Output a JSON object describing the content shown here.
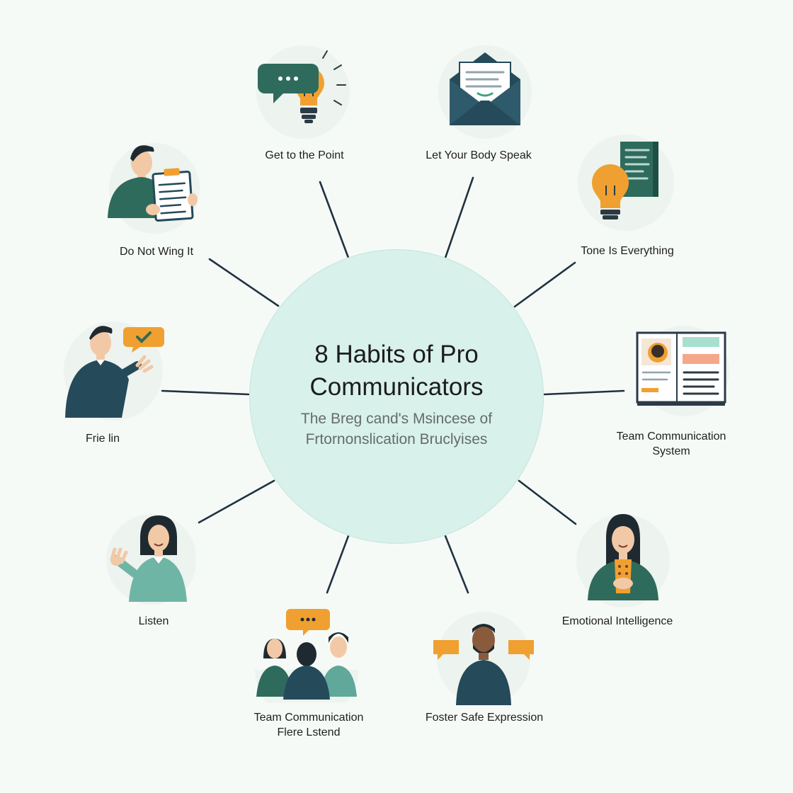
{
  "center": {
    "title_line1": "8 Habits of Pro",
    "title_line2": "Communicators",
    "subtitle_line1": "The Breg cand's Msincese of",
    "subtitle_line2": "Frtornonslication Bruclyises"
  },
  "nodes": [
    {
      "id": "get-to-the-point",
      "label": "Get to the Point",
      "icon": "speech-bubble-lightbulb-icon"
    },
    {
      "id": "let-your-body-speak",
      "label": "Let Your Body Speak",
      "icon": "envelope-letter-icon"
    },
    {
      "id": "tone-is-everything",
      "label": "Tone Is Everything",
      "icon": "lightbulb-book-icon"
    },
    {
      "id": "team-communication-system",
      "label_line1": "Team Communication",
      "label_line2": "System",
      "icon": "presentation-board-icon"
    },
    {
      "id": "emotional-intelligence",
      "label": "Emotional Intelligence",
      "icon": "woman-hands-clasped-icon"
    },
    {
      "id": "foster-safe-expression",
      "label": "Foster Safe Expression",
      "icon": "man-speech-bubbles-icon"
    },
    {
      "id": "team-communication-flere",
      "label_line1": "Team Communication",
      "label_line2": "Flere Lstend",
      "icon": "group-chat-icon"
    },
    {
      "id": "listen",
      "label": "Listen",
      "icon": "woman-waving-icon"
    },
    {
      "id": "frie-lin",
      "label": "Frie lin",
      "icon": "man-checkmark-bubble-icon"
    },
    {
      "id": "do-not-wing-it",
      "label": "Do Not Wing It",
      "icon": "man-clipboard-icon"
    }
  ],
  "colors": {
    "background": "#f6faf7",
    "center_circle": "#d8f1ea",
    "dark_teal": "#254a5a",
    "teal": "#2e6b5c",
    "orange": "#f0a030",
    "skin": "#f2c9a6",
    "line": "#1f3240"
  }
}
